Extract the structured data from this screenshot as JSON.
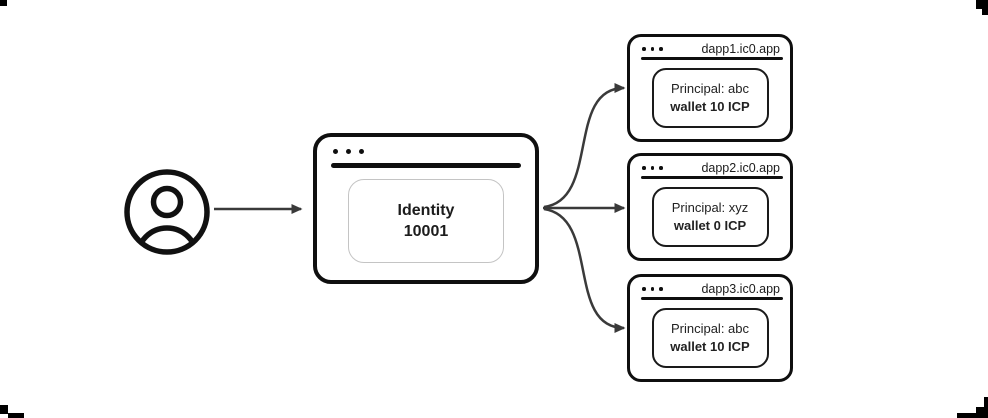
{
  "colors": {
    "window_border": "#0f0f0f",
    "arrow": "#3a3a3a",
    "identity_inner_border": "#c4c4c4",
    "text": "#1c1c1c"
  },
  "icons": {
    "user": "user-icon",
    "window_controls": "window-dots-icon"
  },
  "identity_window": {
    "name_line1": "Identity",
    "name_line2": "10001"
  },
  "dapp_windows": [
    {
      "url": "dapp1.ic0.app",
      "principal": "Principal: abc",
      "wallet": "wallet 10 ICP"
    },
    {
      "url": "dapp2.ic0.app",
      "principal": "Principal: xyz",
      "wallet": "wallet 0 ICP"
    },
    {
      "url": "dapp3.ic0.app",
      "principal": "Principal: abc",
      "wallet": "wallet 10 ICP"
    }
  ],
  "connections": [
    {
      "from": "user",
      "to": "identity-window"
    },
    {
      "from": "identity-window",
      "to": "dapp1.ic0.app"
    },
    {
      "from": "identity-window",
      "to": "dapp2.ic0.app"
    },
    {
      "from": "identity-window",
      "to": "dapp3.ic0.app"
    }
  ]
}
